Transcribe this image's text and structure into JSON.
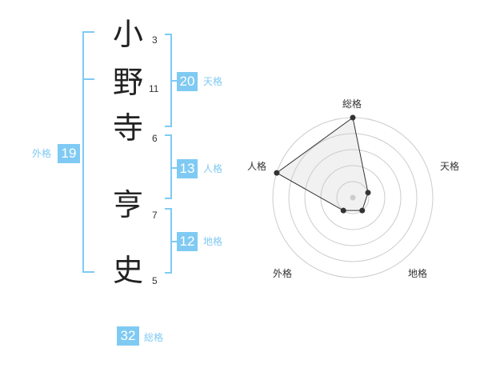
{
  "name": {
    "surname": [
      {
        "char": "小",
        "strokes": "3"
      },
      {
        "char": "野",
        "strokes": "11"
      },
      {
        "char": "寺",
        "strokes": "6"
      }
    ],
    "given": [
      {
        "char": "亨",
        "strokes": "7"
      },
      {
        "char": "史",
        "strokes": "5"
      }
    ]
  },
  "fortune": {
    "tenkaku": {
      "label": "天格",
      "value": "20"
    },
    "jinkaku": {
      "label": "人格",
      "value": "13"
    },
    "chikaku": {
      "label": "地格",
      "value": "12"
    },
    "gaikaku": {
      "label": "外格",
      "value": "19"
    },
    "soukaku": {
      "label": "総格",
      "value": "32"
    }
  },
  "colors": {
    "accent": "#7fcaf3",
    "text": "#222222",
    "grid": "#cccccc"
  },
  "chart_data": {
    "type": "radar",
    "axes": [
      "総格",
      "天格",
      "地格",
      "外格",
      "人格"
    ],
    "values": [
      5,
      1,
      1,
      1,
      5
    ],
    "rmax": 5,
    "rings": 5
  }
}
